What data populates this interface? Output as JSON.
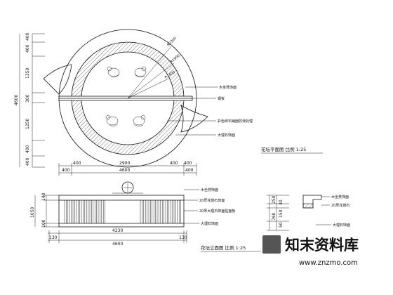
{
  "plan": {
    "left_dims": [
      "400",
      "400",
      "1350",
      "300",
      "1250",
      "400",
      "400"
    ],
    "overall_height": "4600",
    "radii": [
      "R2300",
      "R1900",
      "R1400"
    ],
    "bottom_dims_top": [
      "400",
      "2900",
      "400",
      "400"
    ],
    "bottom_dims_bottom": [
      "400",
      "4600",
      "400"
    ],
    "notes": [
      "木坐凳饰面",
      "钢板",
      "彩色卵石铺面防滑处理",
      "大理石饰面"
    ],
    "title": "花坛平面图  比例 1:25"
  },
  "elevation": {
    "height_dims": [
      "140",
      "1050",
      "100"
    ],
    "width_dims": [
      "130",
      "4230",
      "130"
    ],
    "overall_width": "4600",
    "notes": [
      "木坐凳饰面",
      "20厚花岗石饰面",
      "20厚大理石饰面贴面板",
      "大理石饰面"
    ],
    "title": "花坛立面图  比例 1:25"
  },
  "section": {
    "dims": [
      "250",
      "30",
      "760",
      "150",
      "50"
    ],
    "notes": [
      "木坐凳饰面",
      "20厚花岗石",
      "大理石饰面"
    ]
  },
  "watermark": {
    "brand": "知末资料库",
    "url": "www.znzmo.com"
  }
}
